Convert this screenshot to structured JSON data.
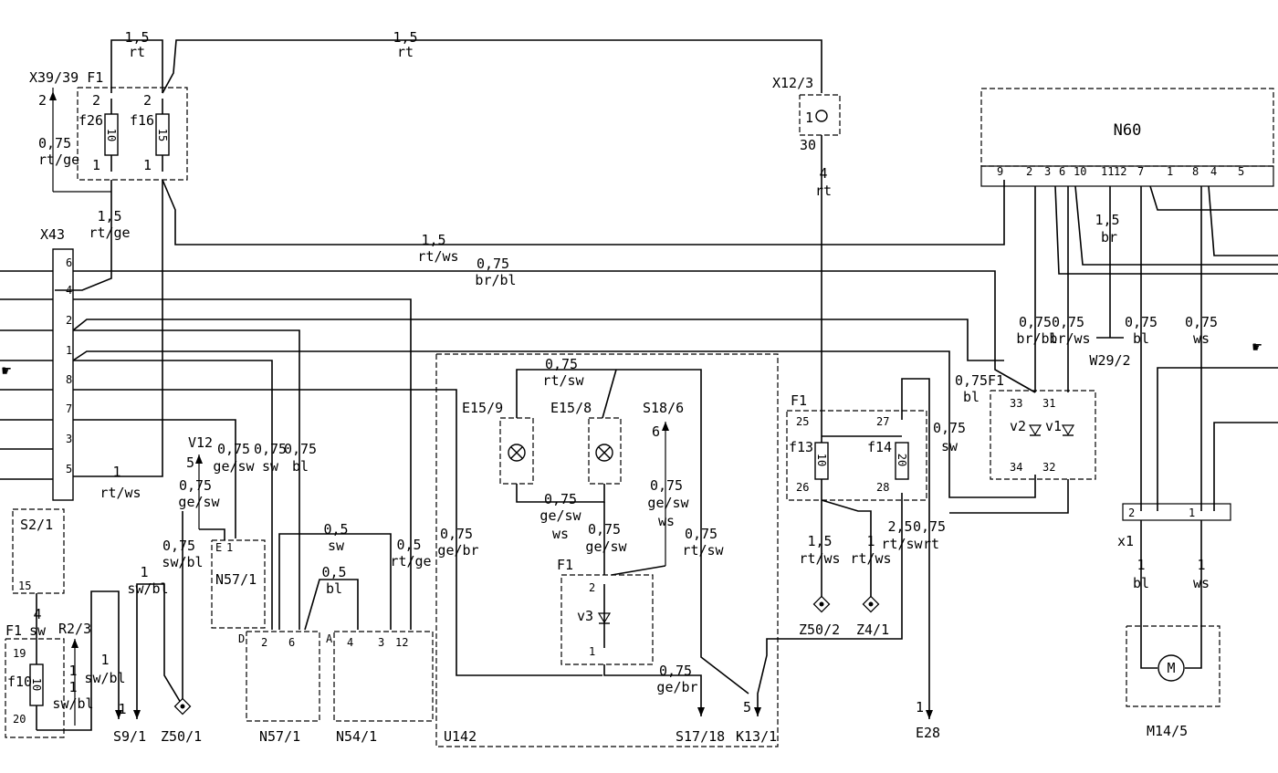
{
  "components": {
    "x39": "X39/39 F1",
    "x43": "X43",
    "x12": "X12/3",
    "n60": "N60",
    "w29": "W29/2",
    "e159": "E15/9",
    "e158": "E15/8",
    "s186": "S18/6",
    "v12": "V12",
    "s21": "S2/1",
    "r23": "R2/3",
    "f1_a": "F1",
    "f1_b": "F1",
    "f1_c": "F1",
    "f1_d": "F1",
    "n571_top": "N57/1",
    "n571_bot": "N57/1",
    "n541": "N54/1",
    "u142": "U142",
    "s1718": "S17/18",
    "k131": "K13/1",
    "z502": "Z50/2",
    "z41": "Z4/1",
    "e28": "E28",
    "s91": "S9/1",
    "z501": "Z50/1",
    "m145": "M14/5",
    "x1": "x1"
  },
  "fuses": {
    "f26": "f26",
    "f26_val": "10",
    "f16": "f16",
    "f16_val": "15",
    "f13": "f13",
    "f13_val": "10",
    "f14": "f14",
    "f14_val": "20",
    "f10": "f10",
    "f10_val": "10"
  },
  "diodes": {
    "v1": "v1",
    "v2": "v2",
    "v3": "v3"
  },
  "motor": "M",
  "wires": {
    "top_left_size": "1,5",
    "top_left_color": "rt",
    "top_mid_size": "1,5",
    "top_mid_color": "rt",
    "x39_out_size": "0,75",
    "x39_out_color": "rt/ge",
    "f26_down_size": "1,5",
    "f26_down_color": "rt/ge",
    "x12_down_size": "4",
    "x12_down_color": "rt",
    "rtws_size": "1,5",
    "rtws_color": "rt/ws",
    "brbl_size": "0,75",
    "brbl_color": "br/bl",
    "n60_brbl_size": "0,75",
    "n60_brbl_color": "br/bl",
    "n60_brws_size": "0,75",
    "n60_brws_color": "br/ws",
    "n60_bl_size": "0,75",
    "n60_bl_color": "bl",
    "n60_ws_size": "0,75",
    "n60_ws_color": "ws",
    "n60_br_size": "1,5",
    "n60_br_color": "br",
    "e15_top_size": "0,75",
    "e15_top_color": "rt/sw",
    "e15_bottom_size": "0,75",
    "e15_bottom_color1": "ge/sw",
    "e15_bottom_color2": "ws",
    "f1v3_sw_size": "0,75",
    "f1v3_sw_color": "ge/sw",
    "s186_size": "0,75",
    "s186_color1": "ge/sw",
    "s186_color2": "ws",
    "k131_size": "0,75",
    "k131_color": "rt/sw",
    "gebr_size": "0,75",
    "gebr_color": "ge/br",
    "s1718_size": "0,75",
    "s1718_color": "ge/br",
    "f1_bl_size": "0,75",
    "f1_bl_color": "bl",
    "f1_sw_size": "0,75",
    "f1_sw_color": "sw",
    "z502_size": "1,5",
    "z502_color": "rt/ws",
    "z41_size": "1",
    "z41_color": "rt/ws",
    "f14_out_size": "2,5",
    "f14_out_color": "rt/sw",
    "e28_size": "0,75",
    "e28_color": "rt",
    "v12_size": "0,75",
    "v12_color": "ge/sw",
    "v12b_size": "0,75",
    "v12b_color": "ge/sw",
    "sw1_size": "0,75",
    "sw1_color": "sw",
    "bl1_size": "0,75",
    "bl1_color": "bl",
    "n57_sw_size": "0,5",
    "n57_sw_color": "sw",
    "n57_bl_size": "0,5",
    "n57_bl_color": "bl",
    "rtge05_size": "0,5",
    "rtge05_color": "rt/ge",
    "z501_size": "0,75",
    "z501_color": "sw/bl",
    "s91_size": "1",
    "s91_color": "sw/bl",
    "s91b_size": "1",
    "s91b_color": "sw/bl",
    "r23_size": "1",
    "r23_color": "sw/bl",
    "f10_size": "4",
    "f10_color": "sw",
    "x43_pin5_size": "1",
    "x43_pin5_color": "rt/ws",
    "m14_bl_size": "1",
    "m14_bl_color": "bl",
    "m14_ws_size": "1",
    "m14_ws_color": "ws"
  },
  "pins": {
    "x39_2": "2",
    "f26_top": "2",
    "f26_bot": "1",
    "f16_top": "2",
    "f16_bot": "1",
    "x12_1": "1",
    "x12_30": "30",
    "n60_pins": [
      "9",
      "2",
      "3",
      "6",
      "10",
      "11",
      "12",
      "7",
      "1",
      "8",
      "4",
      "5"
    ],
    "x43_pins": [
      "6",
      "4",
      "2",
      "1",
      "8",
      "7",
      "3",
      "5"
    ],
    "f1_25": "25",
    "f1_26": "26",
    "f1_27": "27",
    "f1_28": "28",
    "f1_33": "33",
    "f1_34": "34",
    "f1_31": "31",
    "f1_32": "32",
    "s186_6": "6",
    "v12_5": "5",
    "v3_2": "2",
    "v3_1": "1",
    "n57_e": "E",
    "n57_1": "1",
    "n57d_d": "D",
    "n57d_2": "2",
    "n57d_6": "6",
    "n54_a": "A",
    "n54_4": "4",
    "n54_3": "3",
    "n54_12": "12",
    "s21_15": "15",
    "f10_19": "19",
    "f10_20": "20",
    "r23_1": "1",
    "s91_1": "1",
    "k131_5": "5",
    "e28_1": "1",
    "x1_2": "2",
    "x1_1": "1"
  }
}
